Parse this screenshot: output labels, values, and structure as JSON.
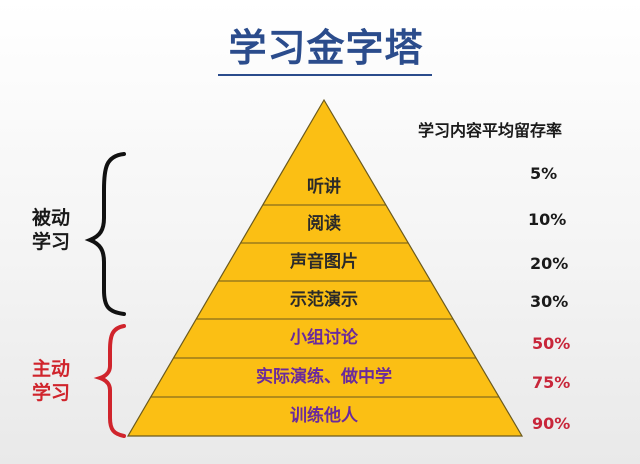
{
  "title": "学习金字塔",
  "column_header": "学习内容平均留存率",
  "groups": [
    {
      "label_line1": "被动",
      "label_line2": "学习",
      "color": "#1a1a1a"
    },
    {
      "label_line1": "主动",
      "label_line2": "学习",
      "color": "#d0242c"
    }
  ],
  "layers": [
    {
      "label": "听讲",
      "retention": "5%",
      "group": "被动学习"
    },
    {
      "label": "阅读",
      "retention": "10%",
      "group": "被动学习"
    },
    {
      "label": "声音图片",
      "retention": "20%",
      "group": "被动学习"
    },
    {
      "label": "示范演示",
      "retention": "30%",
      "group": "被动学习"
    },
    {
      "label": "小组讨论",
      "retention": "50%",
      "group": "主动学习"
    },
    {
      "label": "实际演练、做中学",
      "retention": "75%",
      "group": "主动学习"
    },
    {
      "label": "训练他人",
      "retention": "90%",
      "group": "主动学习"
    }
  ],
  "colors": {
    "title": "#2b4c8c",
    "pyramid_fill": "#fbbf14",
    "pyramid_stroke": "#6b5a1e",
    "passive_text": "#2a2a2a",
    "active_text": "#6a2a9c",
    "active_percent": "#c8263a"
  }
}
